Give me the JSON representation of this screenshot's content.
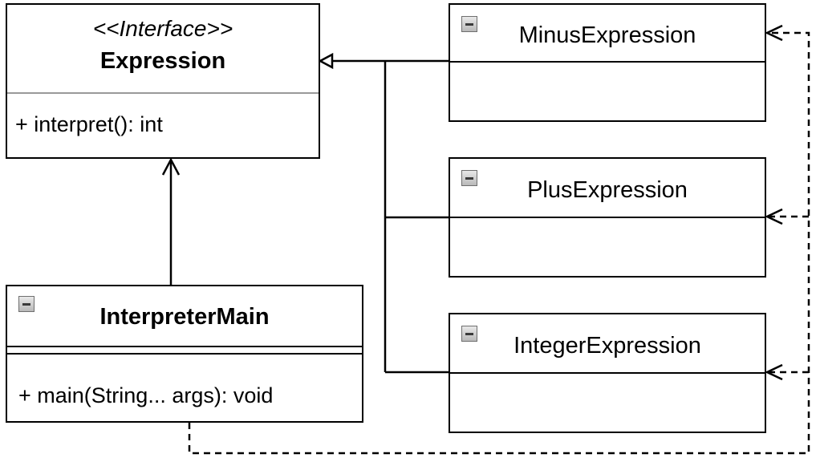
{
  "diagram": {
    "expression": {
      "stereotype": "<<Interface>>",
      "name": "Expression",
      "method": "+ interpret(): int"
    },
    "interpreter_main": {
      "collapse_icon": "minus-square-icon",
      "name": "InterpreterMain",
      "method": "+ main(String... args): void"
    },
    "minus_expression": {
      "collapse_icon": "minus-square-icon",
      "name": "MinusExpression"
    },
    "plus_expression": {
      "collapse_icon": "minus-square-icon",
      "name": "PlusExpression"
    },
    "integer_expression": {
      "collapse_icon": "minus-square-icon",
      "name": "IntegerExpression"
    },
    "colors": {
      "line": "#000000",
      "separator": "#9a9a9a",
      "background": "#ffffff"
    }
  }
}
